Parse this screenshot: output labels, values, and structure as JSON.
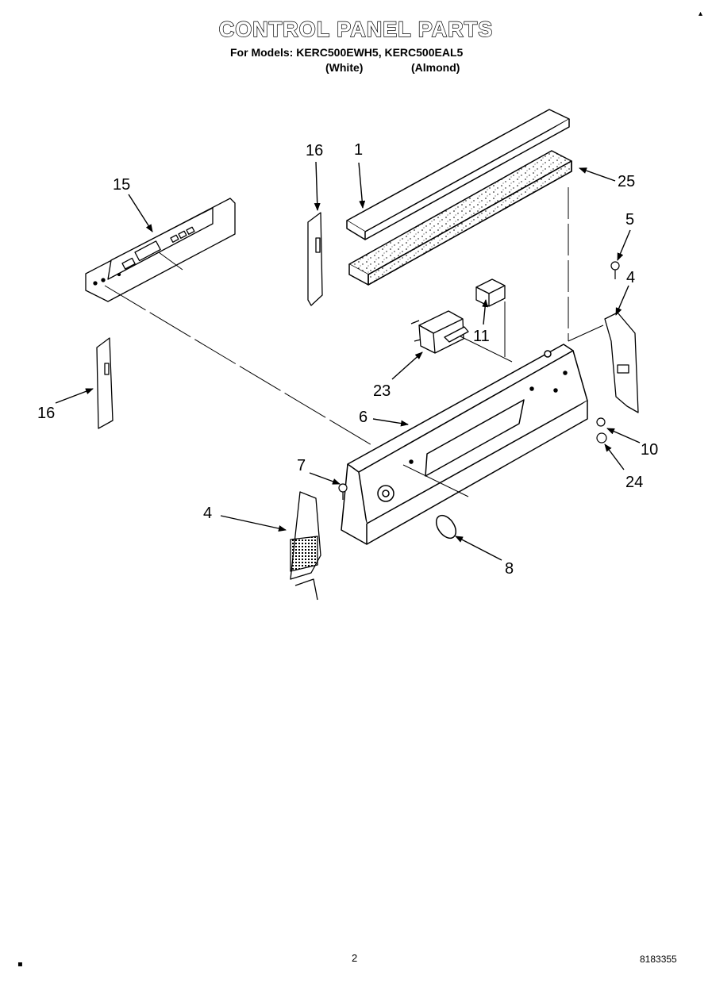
{
  "header": {
    "title": "CONTROL PANEL PARTS",
    "models_line": "For Models: KERC500EWH5, KERC500EAL5",
    "variant_white": "(White)",
    "variant_almond": "(Almond)"
  },
  "callouts": [
    "1",
    "25",
    "16",
    "15",
    "5",
    "4",
    "11",
    "23",
    "16",
    "6",
    "10",
    "7",
    "24",
    "4",
    "8"
  ],
  "footer": {
    "page_number": "2",
    "document_number": "8183355"
  }
}
